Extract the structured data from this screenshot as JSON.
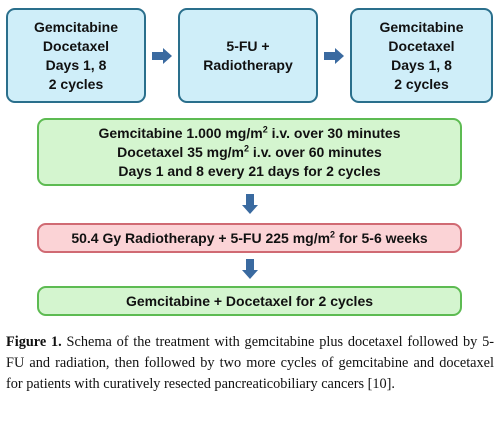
{
  "top_row": {
    "left_box": [
      "Gemcitabine",
      "Docetaxel",
      "Days 1, 8",
      "2 cycles"
    ],
    "middle_box": [
      "5-FU +",
      "Radiotherapy"
    ],
    "right_box": [
      "Gemcitabine",
      "Docetaxel",
      "Days 1, 8",
      "2 cycles"
    ]
  },
  "dosing_box": {
    "line1_pre": "Gemcitabine 1.000 mg/m",
    "line1_sup": "2",
    "line1_post": " i.v. over 30 minutes",
    "line2_pre": "Docetaxel 35 mg/m",
    "line2_sup": "2",
    "line2_post": " i.v. over 60 minutes",
    "line3": "Days 1 and 8 every 21 days for 2 cycles"
  },
  "radiation_box": {
    "pre": "50.4 Gy Radiotherapy + 5-FU 225 mg/m",
    "sup": "2",
    "post": " for 5-6 weeks"
  },
  "final_box": {
    "text": "Gemcitabine + Docetaxel for 2 cycles"
  },
  "caption": {
    "label": "Figure 1.",
    "text": " Schema of the treatment with gemcitabine plus docetaxel followed by 5-FU and radiation, then followed by two more cycles of gemcitabine and docetaxel for patients with curatively resected pancreaticobiliary cancers [10]."
  },
  "colors": {
    "blue_fill": "#cfeef9",
    "blue_border": "#2a6f8c",
    "green_fill": "#d4f5cf",
    "green_border": "#5dbb52",
    "red_fill": "#fbd3d6",
    "red_border": "#d06a73",
    "arrow": "#3a6aa0"
  }
}
